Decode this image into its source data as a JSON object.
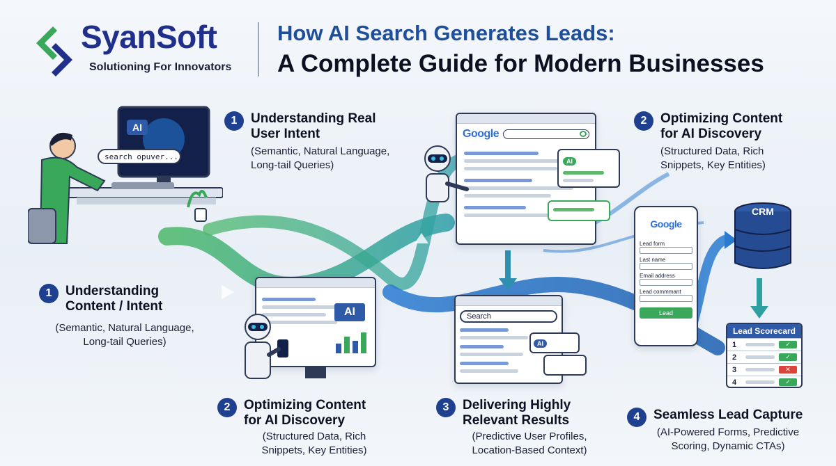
{
  "header": {
    "brand_name": "SyanSoft",
    "brand_tagline": "Solutioning For Innovators",
    "title_line1": "How AI Search Generates Leads:",
    "title_line2": "A Complete Guide for Modern Businesses"
  },
  "steps": [
    {
      "number": "1",
      "title_line1": "Understanding Real",
      "title_line2": "User Intent",
      "sub_line1": "(Semantic, Natural Language,",
      "sub_line2": "Long-tail Queries)"
    },
    {
      "number": "2",
      "title_line1": "Optimizing Content",
      "title_line2": "for AI Discovery",
      "sub_line1": "(Structured Data, Rich",
      "sub_line2": "Snippets, Key Entities)"
    },
    {
      "number": "1",
      "title_line1": "Understanding",
      "title_line2": "Content / Intent",
      "sub_line1": "(Semantic, Natural Language,",
      "sub_line2": "Long-tail Queries)"
    },
    {
      "number": "2",
      "title_line1": "Optimizing Content",
      "title_line2": "for AI Discovery",
      "sub_line1": "(Structured Data, Rich",
      "sub_line2": "Snippets, Key Entities)"
    },
    {
      "number": "3",
      "title_line1": "Delivering Highly",
      "title_line2": "Relevant Results",
      "sub_line1": "(Predictive User Profiles,",
      "sub_line2": "Location-Based Context)"
    },
    {
      "number": "4",
      "title_line1": "Seamless Lead Capture",
      "title_line2": "",
      "sub_line1": "(AI-Powered Forms, Predictive",
      "sub_line2": "Scoring, Dynamic CTAs)"
    }
  ],
  "illustrations": {
    "monitor_ai_label": "AI",
    "monitor_search_text": "search opuver...",
    "google_logo": "Google",
    "ai_badge": "AI",
    "laptop_ai_label": "AI",
    "search_box_label": "Search",
    "crm_label": "CRM",
    "form": {
      "google_logo": "Google",
      "fields": [
        "Lead form",
        "Last name",
        "Email address",
        "Lead commmant"
      ],
      "button": "Lead"
    },
    "scorecard": {
      "title": "Lead Scorecard",
      "rows": [
        {
          "n": "1",
          "status": "check"
        },
        {
          "n": "2",
          "status": "check"
        },
        {
          "n": "3",
          "status": "cross"
        },
        {
          "n": "4",
          "status": "check"
        }
      ]
    }
  },
  "colors": {
    "brand_navy": "#1f2f8a",
    "title_blue": "#1f4f9a",
    "step_circle": "#1f3f8f",
    "flow_green": "#3aa85a",
    "flow_blue": "#2a7bd0",
    "background": "#eef3f8"
  }
}
